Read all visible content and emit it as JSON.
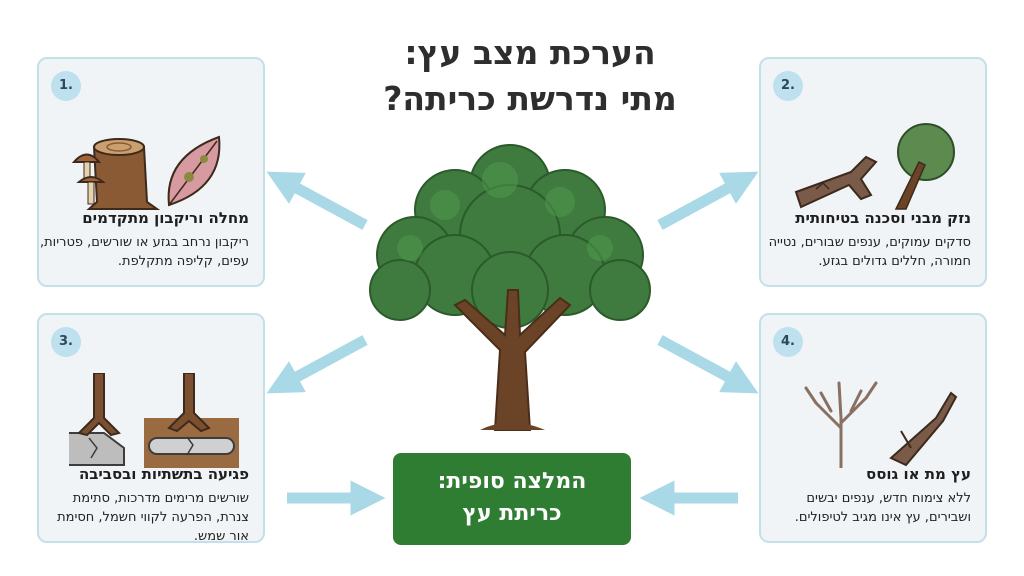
{
  "title": {
    "line1": "הערכת מצב עץ:",
    "line2": "מתי נדרשת כריתה?"
  },
  "cards": [
    {
      "number": "1.",
      "title": "מחלה וריקבון מתקדמים",
      "body": "ריקבון נרחב בגזע או שורשים, פטריות, עפים, קליפה מתקלפת."
    },
    {
      "number": "2.",
      "title": "נזק מבני וסכנה בטיחותית",
      "body": "סדקים עמוקים, ענפים שבורים, נטייה חמורה, חללים גדולים בגזע."
    },
    {
      "number": "3.",
      "title": "פגיעה בתשתיות ובסביבה",
      "body": "שורשים מרימים מדרכות, סתימת צנרת, הפרעה לקווי חשמל, חסימת אור שמש."
    },
    {
      "number": "4.",
      "title": "עץ מת או גוסס",
      "body": "ללא צימוח חדש, ענפים יבשים ושבירים, עץ אינו מגיב לטיפולים."
    }
  ],
  "recommendation": {
    "line1": "המלצה סופית:",
    "line2": "כריתת עץ"
  },
  "colors": {
    "card_bg": "#f1f4f7",
    "card_border": "#c3dfe8",
    "badge": "#bfe0ee",
    "arrow": "#a9d8e6",
    "recommendation_bg": "#2e7d32",
    "tree_canopy": "#3f7a3f",
    "tree_trunk": "#6b4428"
  },
  "icons": [
    "tree-stump-mushroom-icon",
    "diseased-leaf-icon",
    "cracked-branch-icon",
    "leaning-tree-icon",
    "roots-cracking-pavement-icon",
    "roots-breaking-pipe-icon",
    "dead-tree-icon",
    "broken-dry-branch-icon",
    "central-tree-icon"
  ]
}
